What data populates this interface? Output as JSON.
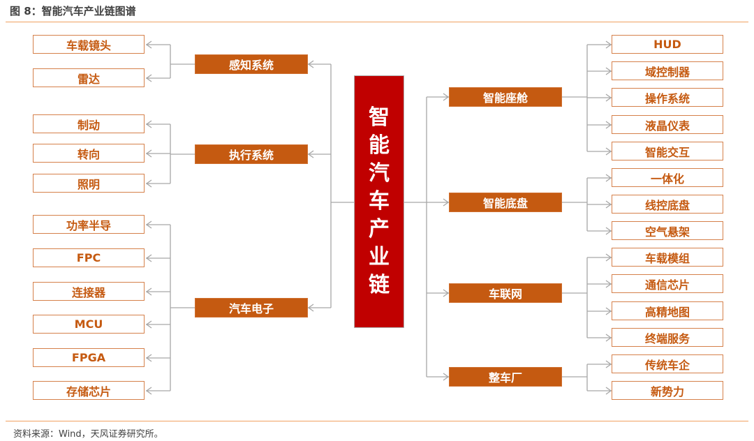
{
  "title": "图 8：智能汽车产业链图谱",
  "source": "资料来源：Wind，天风证券研究所。",
  "center": {
    "label": "智能汽车产业链",
    "chars": [
      "智",
      "能",
      "汽",
      "车",
      "产",
      "业",
      "链"
    ]
  },
  "colors": {
    "center": "#c00000",
    "branch": "#c55a11",
    "line": "#a6a6a6",
    "rule": "#f0a060"
  },
  "left_branches": [
    {
      "label": "感知系统",
      "items": [
        "车载镜头",
        "雷达"
      ]
    },
    {
      "label": "执行系统",
      "items": [
        "制动",
        "转向",
        "照明"
      ]
    },
    {
      "label": "汽车电子",
      "items": [
        "功率半导",
        "FPC",
        "连接器",
        "MCU",
        "FPGA",
        "存储芯片"
      ]
    }
  ],
  "right_branches": [
    {
      "label": "智能座舱",
      "items": [
        "HUD",
        "域控制器",
        "操作系统",
        "液晶仪表",
        "智能交互"
      ]
    },
    {
      "label": "智能底盘",
      "items": [
        "一体化",
        "线控底盘",
        "空气悬架"
      ]
    },
    {
      "label": "车联网",
      "items": [
        "车载模组",
        "通信芯片",
        "高精地图",
        "终端服务"
      ]
    },
    {
      "label": "整车厂",
      "items": [
        "传统车企",
        "新势力"
      ]
    }
  ]
}
